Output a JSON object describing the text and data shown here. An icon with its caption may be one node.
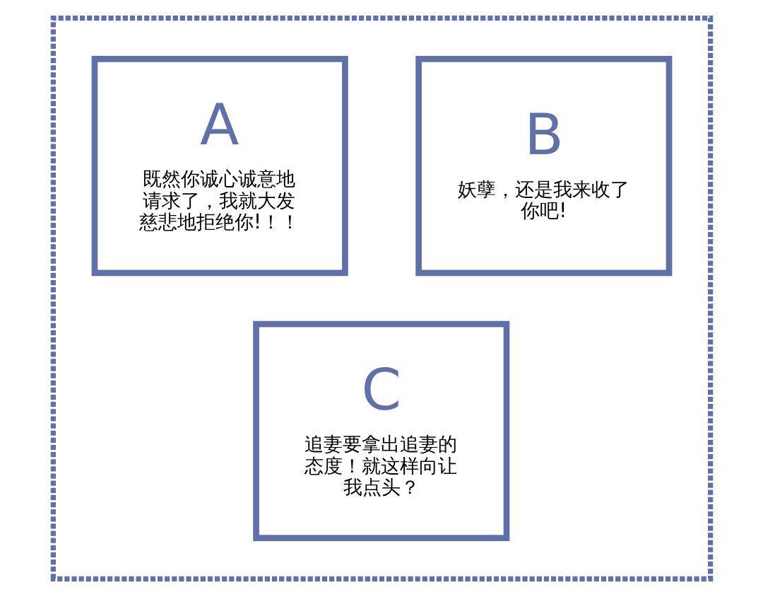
{
  "diagram": {
    "nodes": [
      {
        "text": [],
        "shape": "box"
      },
      {
        "text": [
          "A",
          "既然你诚心诚意地请求了，我就大发慈悲地拒绝你!！！"
        ],
        "in": 0
      },
      {
        "text": [
          "B",
          "妖孽，还是我来收了你吧!"
        ],
        "in": 0
      },
      {
        "text": [
          "C",
          "追妻要拿出追妻的态度！就这样向让我点头？"
        ],
        "in": 0
      }
    ]
  }
}
